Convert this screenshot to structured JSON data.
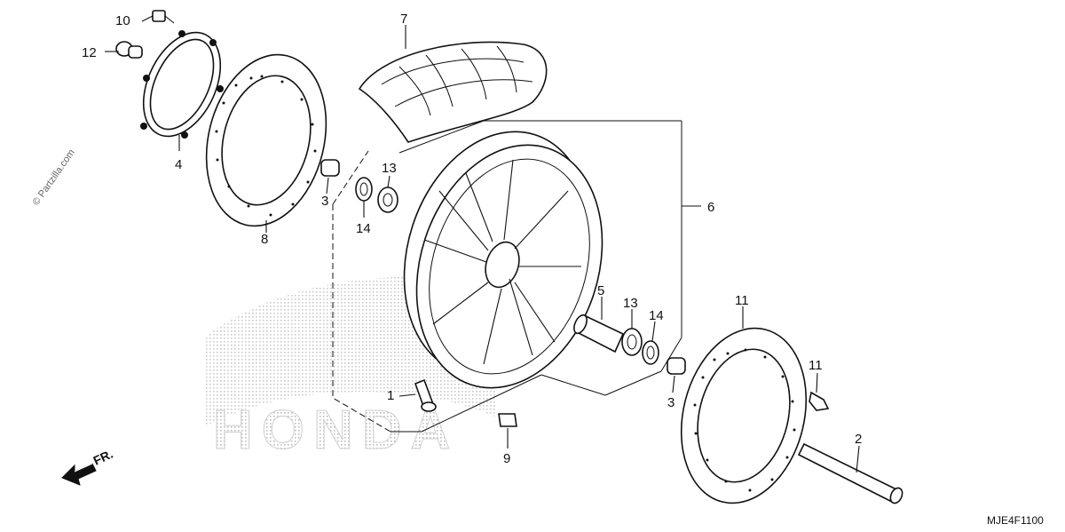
{
  "diagram": {
    "callouts": [
      "1",
      "2",
      "3",
      "3",
      "4",
      "5",
      "6",
      "7",
      "8",
      "9",
      "10",
      "11",
      "11",
      "12",
      "13",
      "13",
      "14",
      "14"
    ],
    "diagram_code": "MJE4F1100",
    "front_arrow": "FR.",
    "watermark": "© Partzilla.com",
    "brand_watermark": "HONDA"
  }
}
